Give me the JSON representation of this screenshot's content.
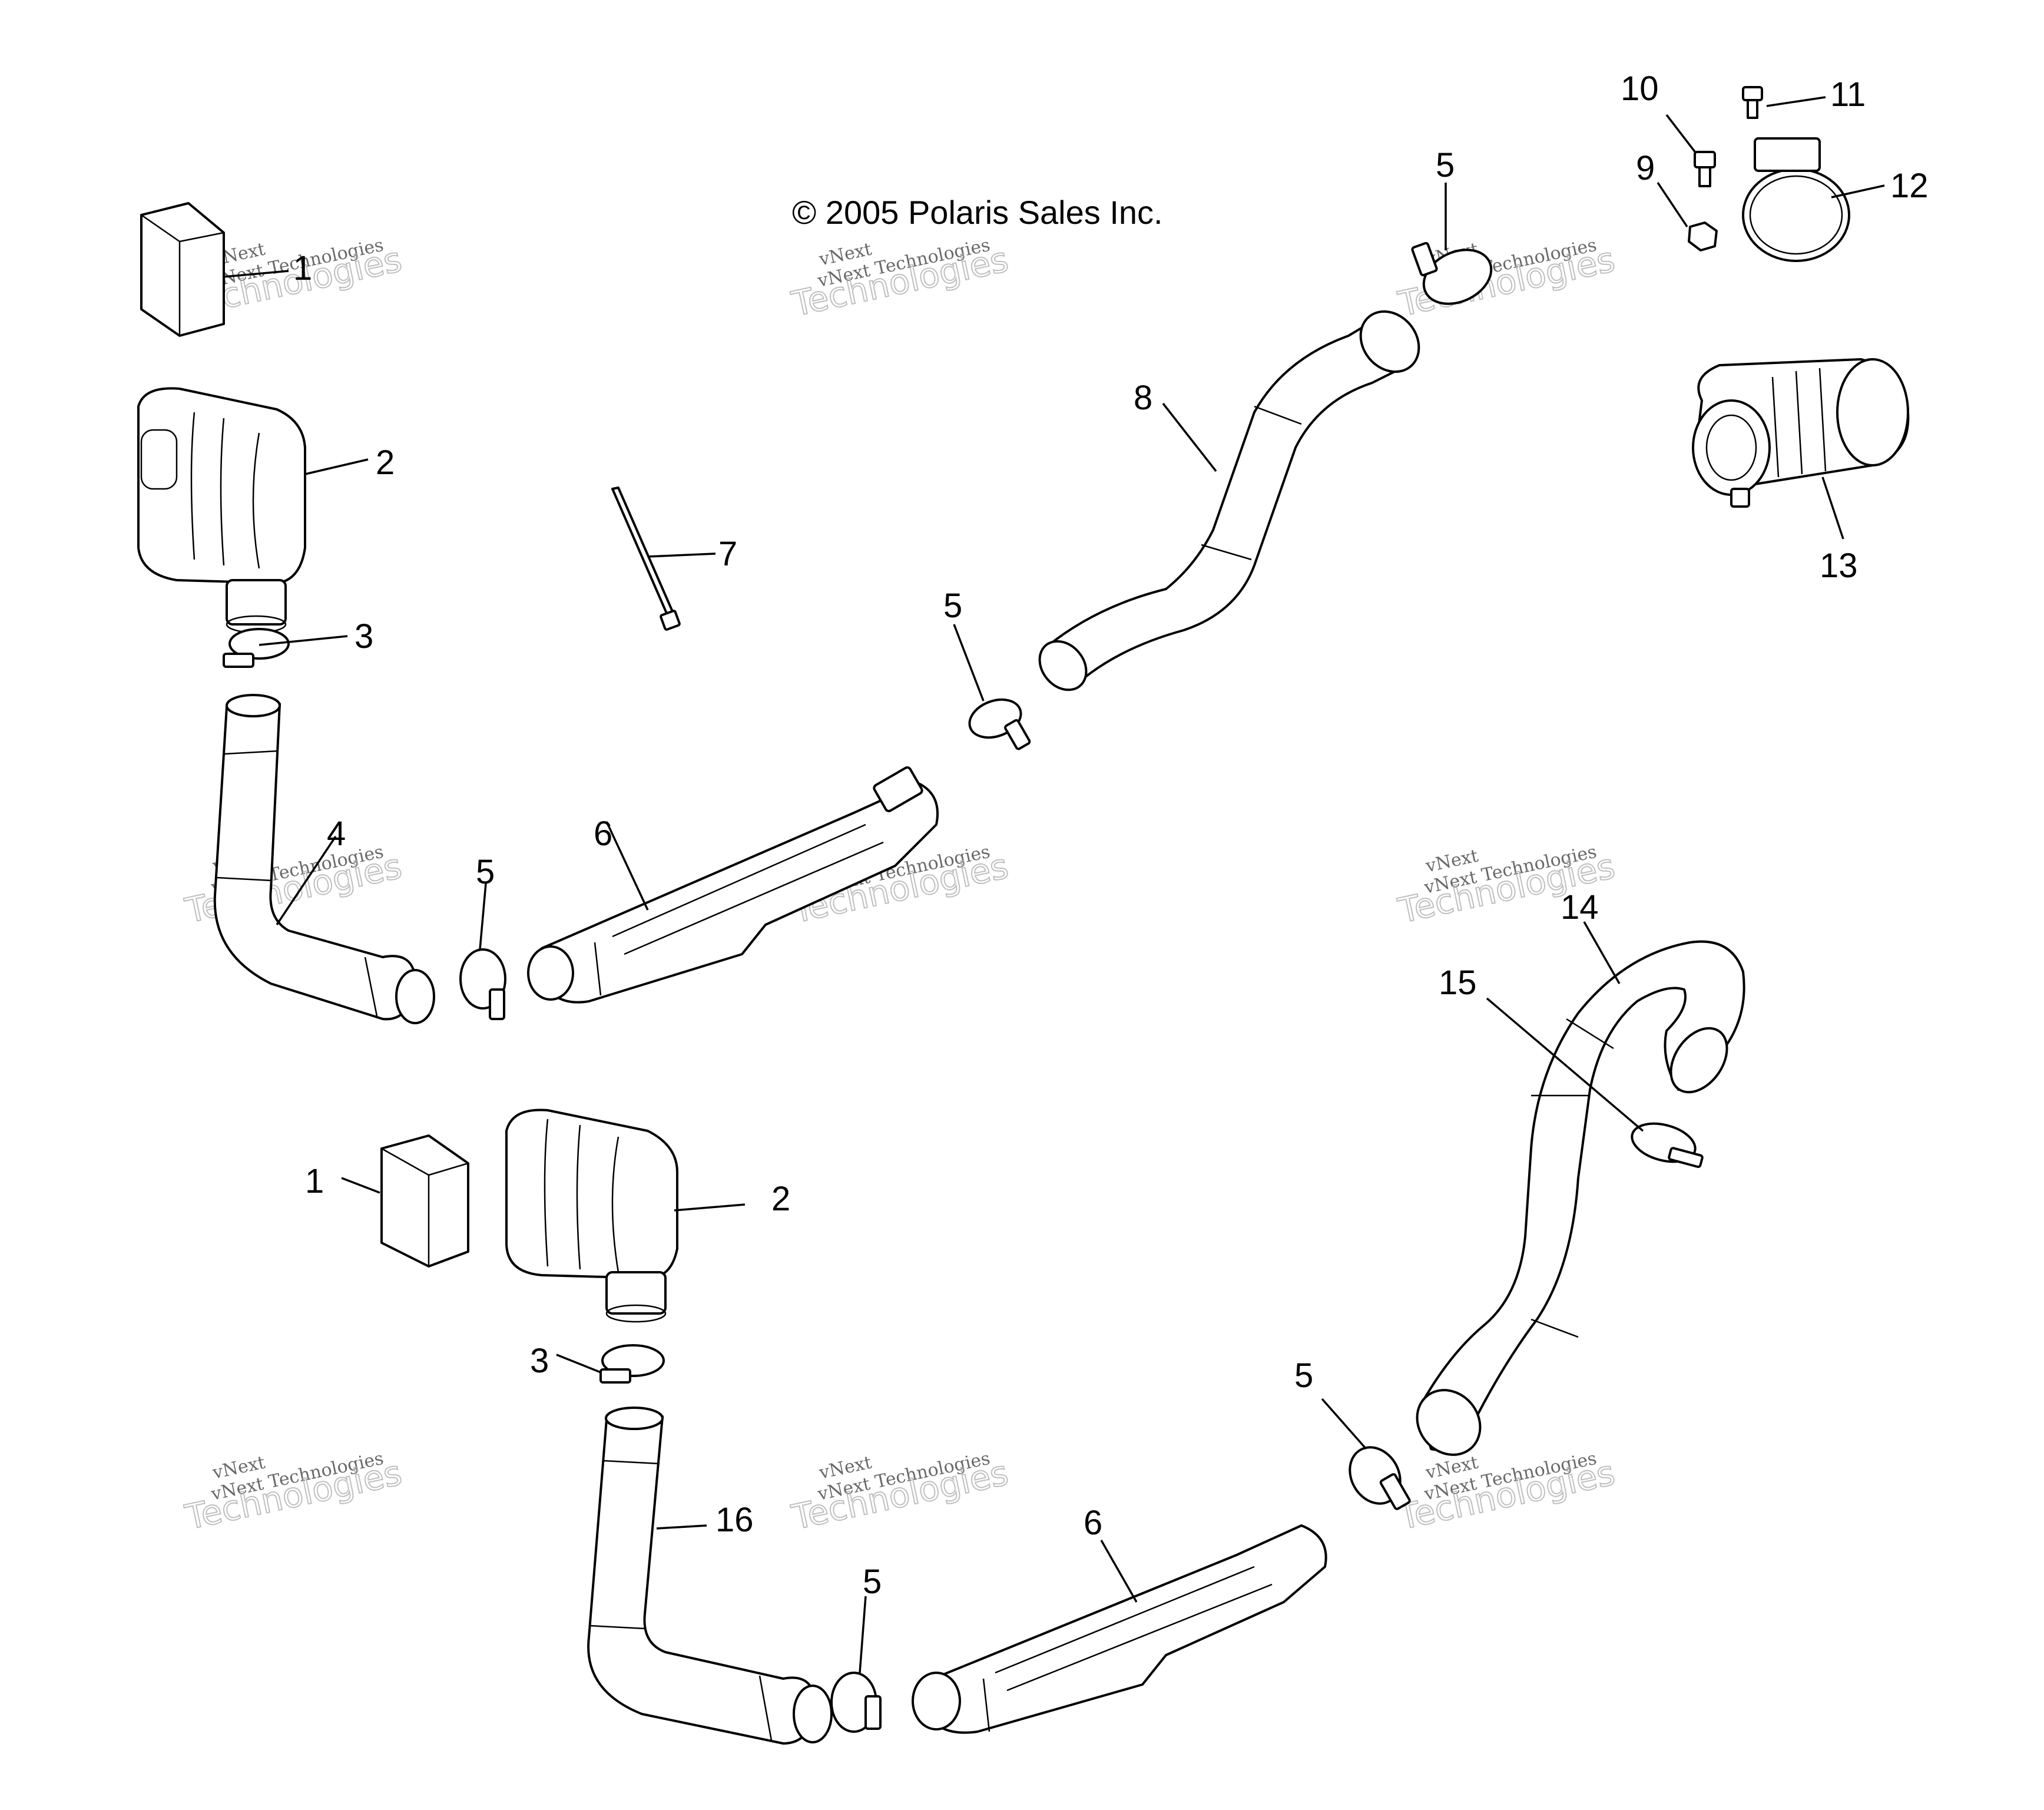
{
  "copyright": "© 2005 Polaris Sales Inc.",
  "watermark": {
    "line1": "vNext",
    "line2": "vNext Technologies",
    "line3": "Technologies"
  },
  "callouts": {
    "c1a": "1",
    "c1b": "1",
    "c2a": "2",
    "c2b": "2",
    "c3a": "3",
    "c3b": "3",
    "c4": "4",
    "c5a": "5",
    "c5b": "5",
    "c5c": "5",
    "c5d": "5",
    "c5e": "5",
    "c6a": "6",
    "c6b": "6",
    "c7": "7",
    "c8": "8",
    "c9": "9",
    "c10": "10",
    "c11": "11",
    "c12": "12",
    "c13": "13",
    "c14": "14",
    "c15": "15",
    "c16": "16"
  }
}
